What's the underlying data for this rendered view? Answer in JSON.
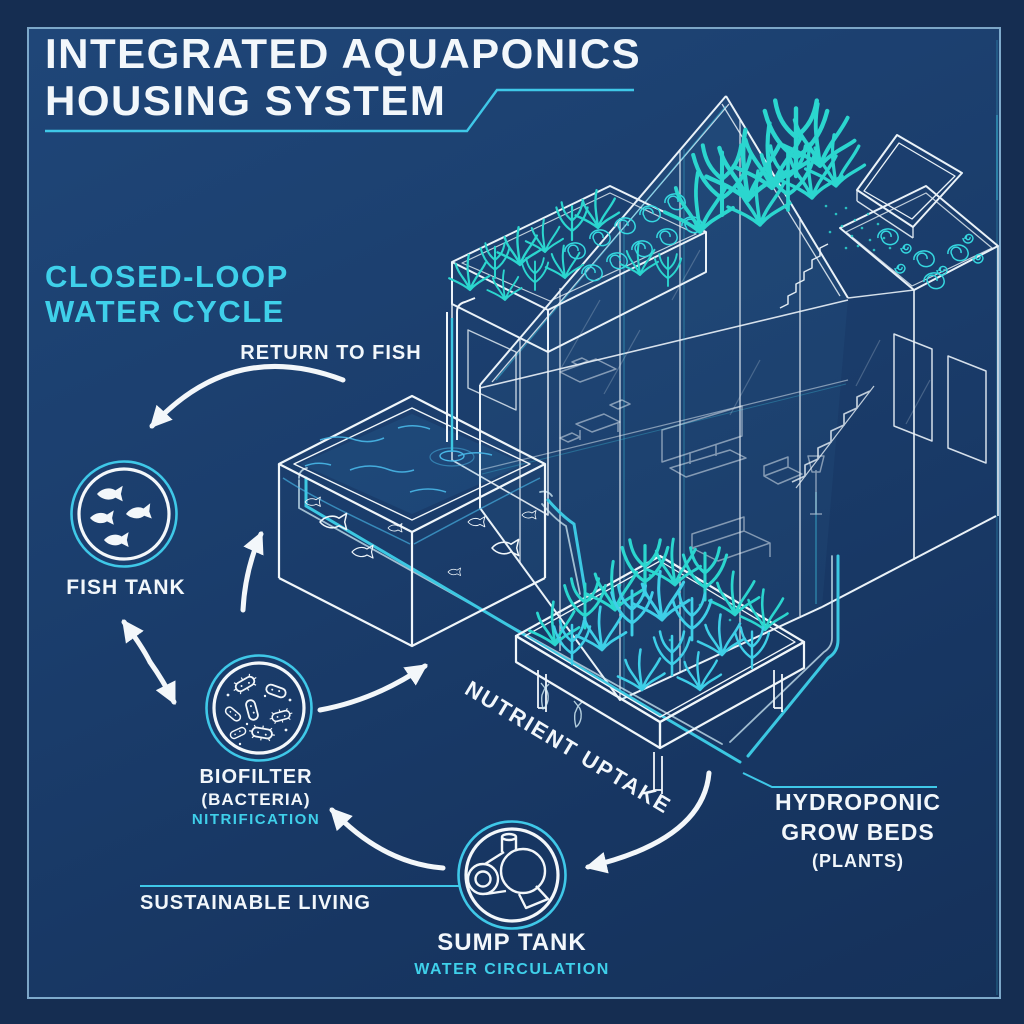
{
  "colors": {
    "background_outer": "#152D51",
    "panel_background": "#1B3E6D",
    "panel_border": "#96C3E1",
    "accent_cyan": "#3FD0EA",
    "plant_teal": "#2BD6CF",
    "line_white": "#F2F7FB"
  },
  "header": {
    "title_line1": "INTEGRATED AQUAPONICS",
    "title_line2": "HOUSING SYSTEM"
  },
  "diagram": {
    "heading": {
      "line1": "CLOSED-LOOP",
      "line2": "WATER CYCLE"
    },
    "flow_labels": {
      "return_to_fish": "RETURN TO FISH",
      "nutrient_uptake": "NUTRIENT UPTAKE"
    },
    "nodes": {
      "fish_tank": {
        "label": "FISH TANK",
        "icon": "fish-icon"
      },
      "biofilter": {
        "label": "BIOFILTER",
        "sublabel": "(BACTERIA)",
        "process": "NITRIFICATION",
        "icon": "bacteria-icon"
      },
      "sump_tank": {
        "label": "SUMP TANK",
        "process": "WATER CIRCULATION",
        "icon": "pump-icon"
      },
      "grow_beds": {
        "label_line1": "HYDROPONIC",
        "label_line2": "GROW BEDS",
        "sublabel": "(PLANTS)"
      }
    },
    "tagline": "SUSTAINABLE LIVING"
  }
}
